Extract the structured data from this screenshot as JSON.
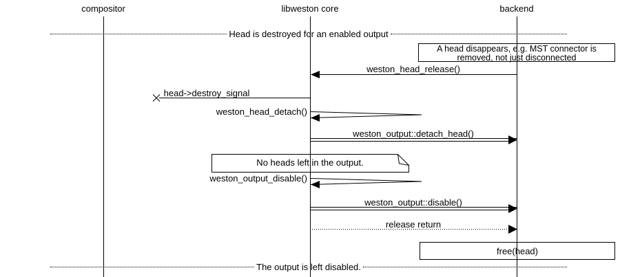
{
  "colors": {
    "foreground": "#000000",
    "background": "#ffffff"
  },
  "participants": [
    {
      "name": "compositor"
    },
    {
      "name": "libweston core"
    },
    {
      "name": "backend"
    }
  ],
  "dividers": {
    "top": "Head is destroyed for an enabled output",
    "bottom": "The output is left disabled."
  },
  "notes": {
    "head_disappears": {
      "line1": "A head disappears, e.g. MST connector is",
      "line2": "removed, not just disconnected"
    },
    "no_heads_left": "No heads left in the output.",
    "free_head": "free(head)"
  },
  "messages": [
    {
      "label": "weston_head_release()",
      "from": "backend",
      "to": "libweston core",
      "style": "solid"
    },
    {
      "label": "head->destroy_signal",
      "from": "libweston core",
      "to": "compositor",
      "style": "lost"
    },
    {
      "label": "weston_head_detach()",
      "from": "libweston core",
      "to": "libweston core",
      "style": "self"
    },
    {
      "label": "weston_output::detach_head()",
      "from": "libweston core",
      "to": "backend",
      "style": "double"
    },
    {
      "label": "weston_output_disable()",
      "from": "libweston core",
      "to": "libweston core",
      "style": "self"
    },
    {
      "label": "weston_output::disable()",
      "from": "libweston core",
      "to": "backend",
      "style": "double"
    },
    {
      "label": "release return",
      "from": "libweston core",
      "to": "backend",
      "style": "dotted"
    }
  ],
  "icons": {
    "lost_message_cross": "×"
  }
}
